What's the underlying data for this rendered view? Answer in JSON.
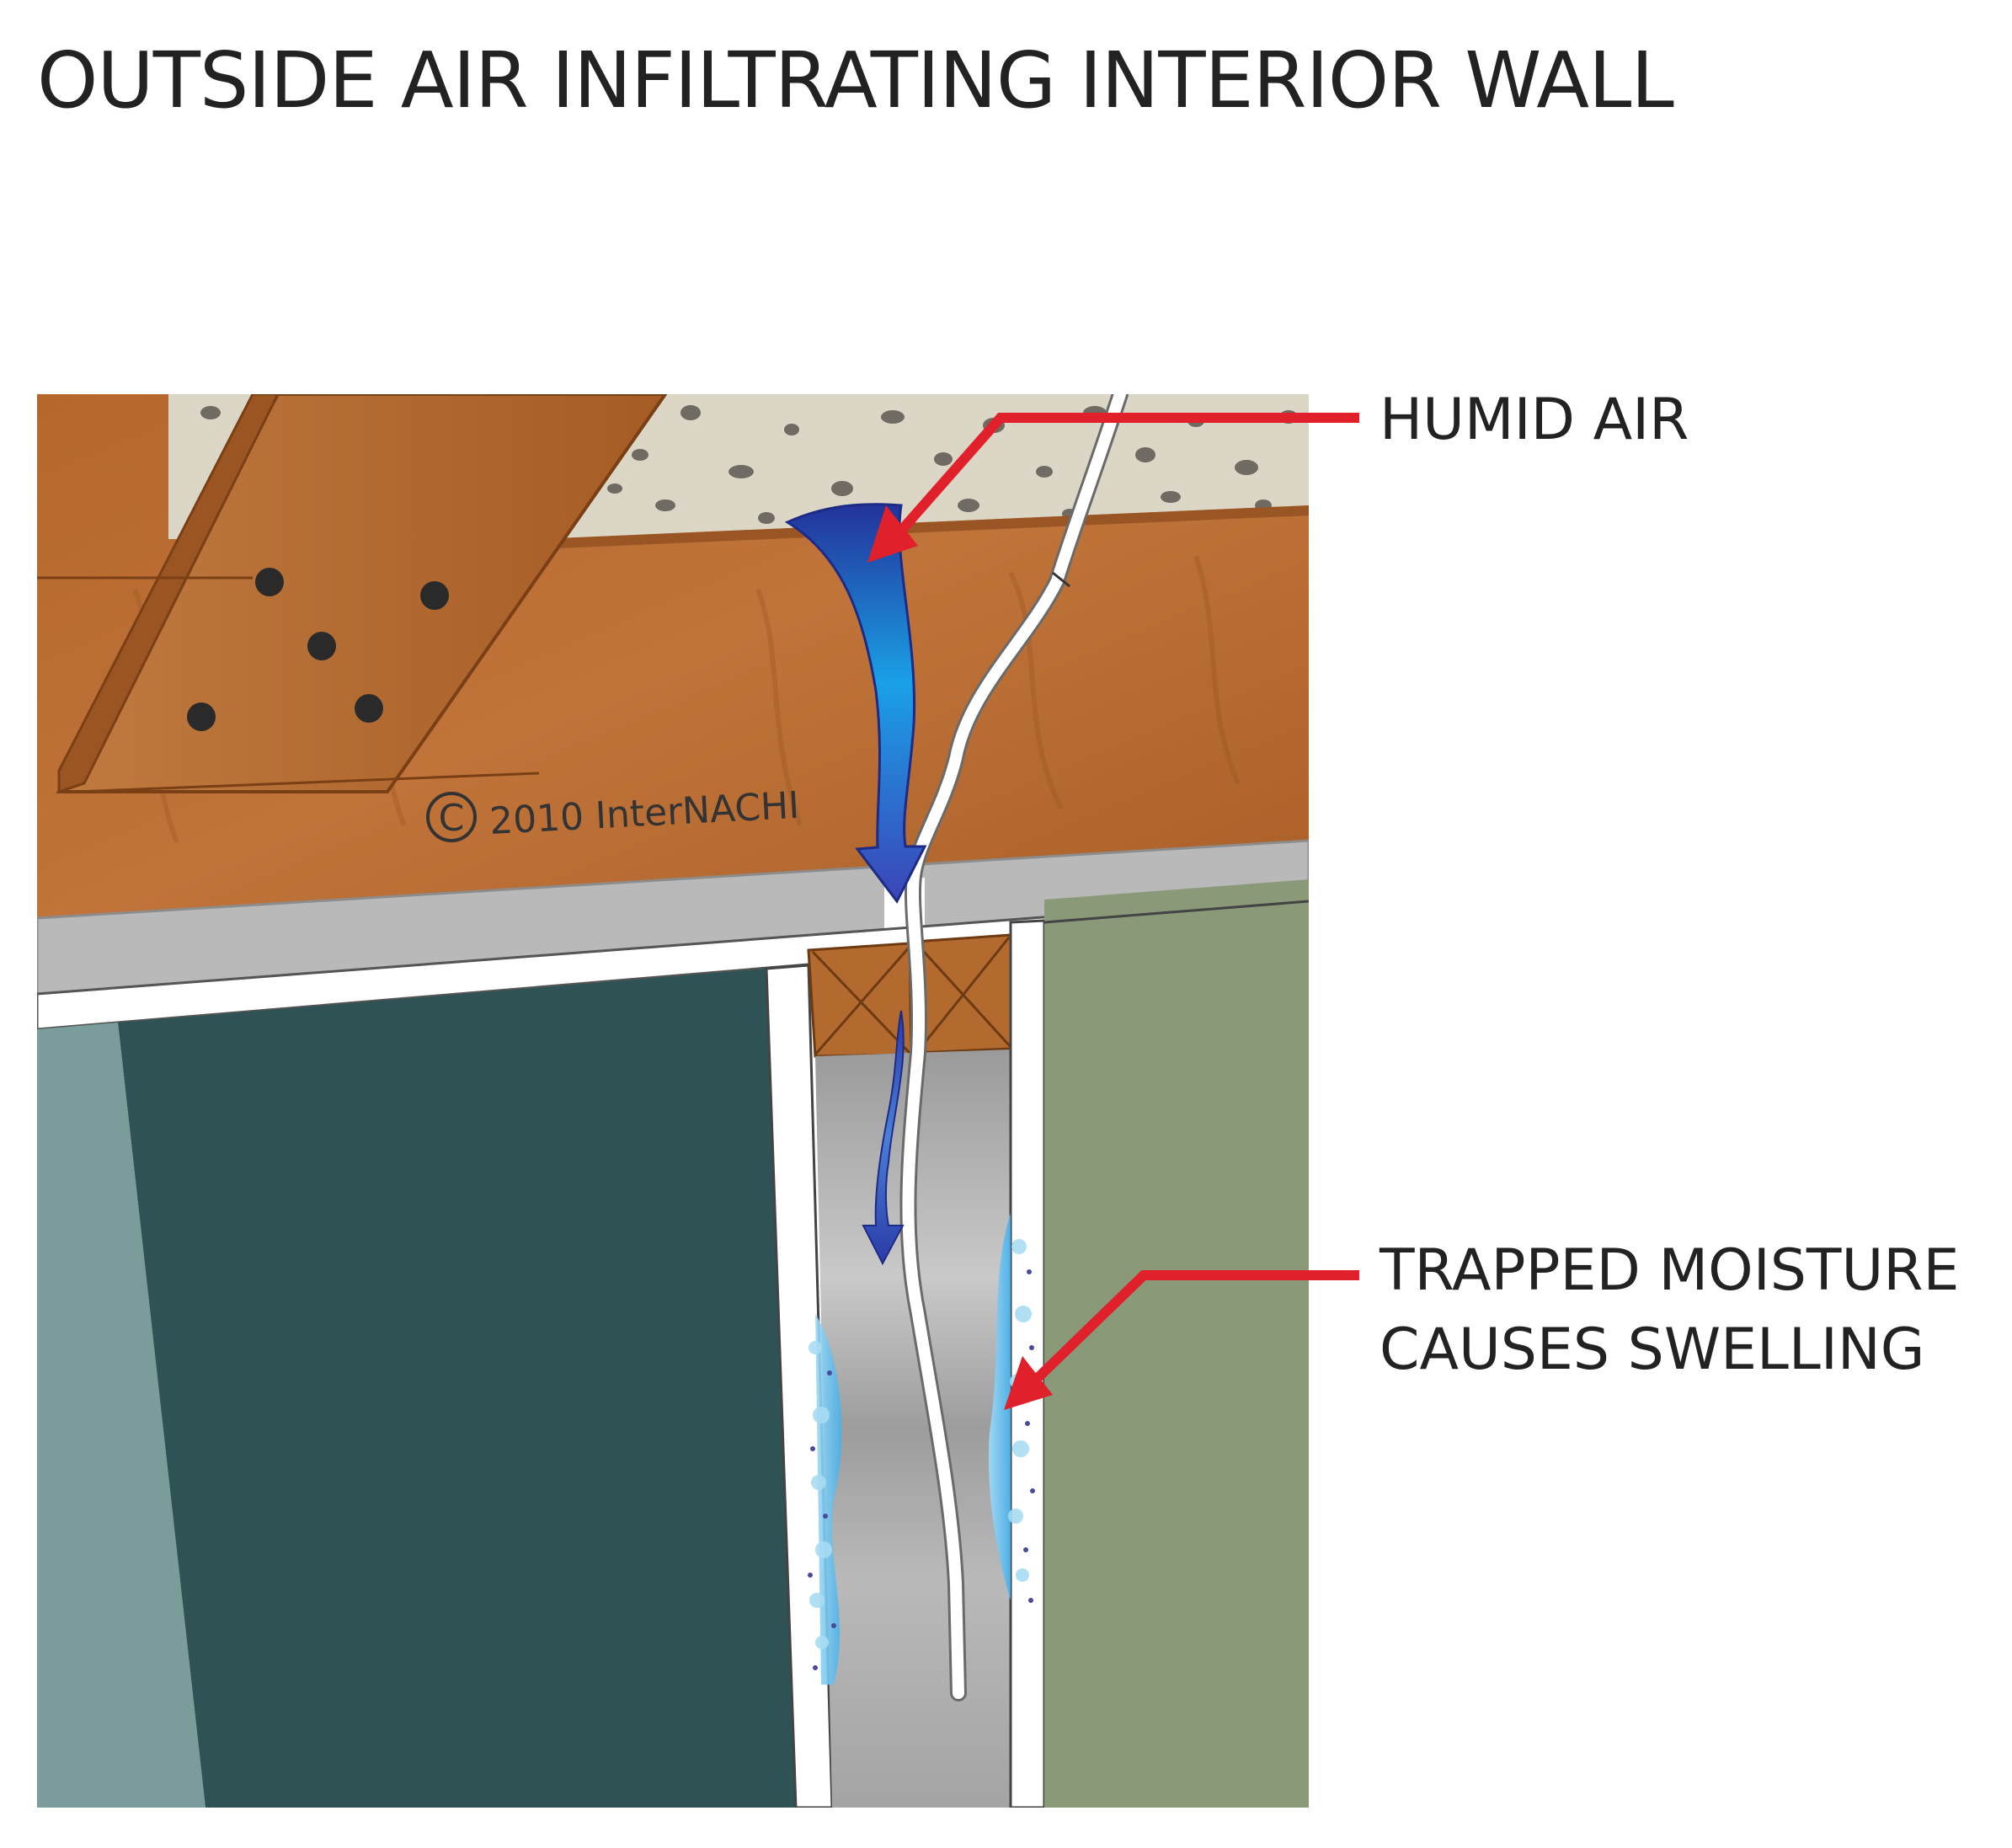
{
  "title": "OUTSIDE AIR INFILTRATING INTERIOR WALL",
  "labels": {
    "humid_air": "HUMID AIR",
    "trapped_moisture_line1": "TRAPPED MOISTURE",
    "trapped_moisture_line2": "CAUSES SWELLING"
  },
  "copyright": {
    "symbol": "C",
    "text": "2010  InterNACHI"
  },
  "colors": {
    "wood": "#b8692e",
    "ceiling_drywall": "#b8b8b8",
    "insulation": "#dcd6c8",
    "wall_left_light": "#7a9c9a",
    "wall_left_dark": "#2f5254",
    "wall_right": "#8a9a79",
    "cavity": "#a8a8a8",
    "air_arrow": "#1e3fa8",
    "callout": "#e0202a",
    "moisture": "#6ec3ee"
  }
}
